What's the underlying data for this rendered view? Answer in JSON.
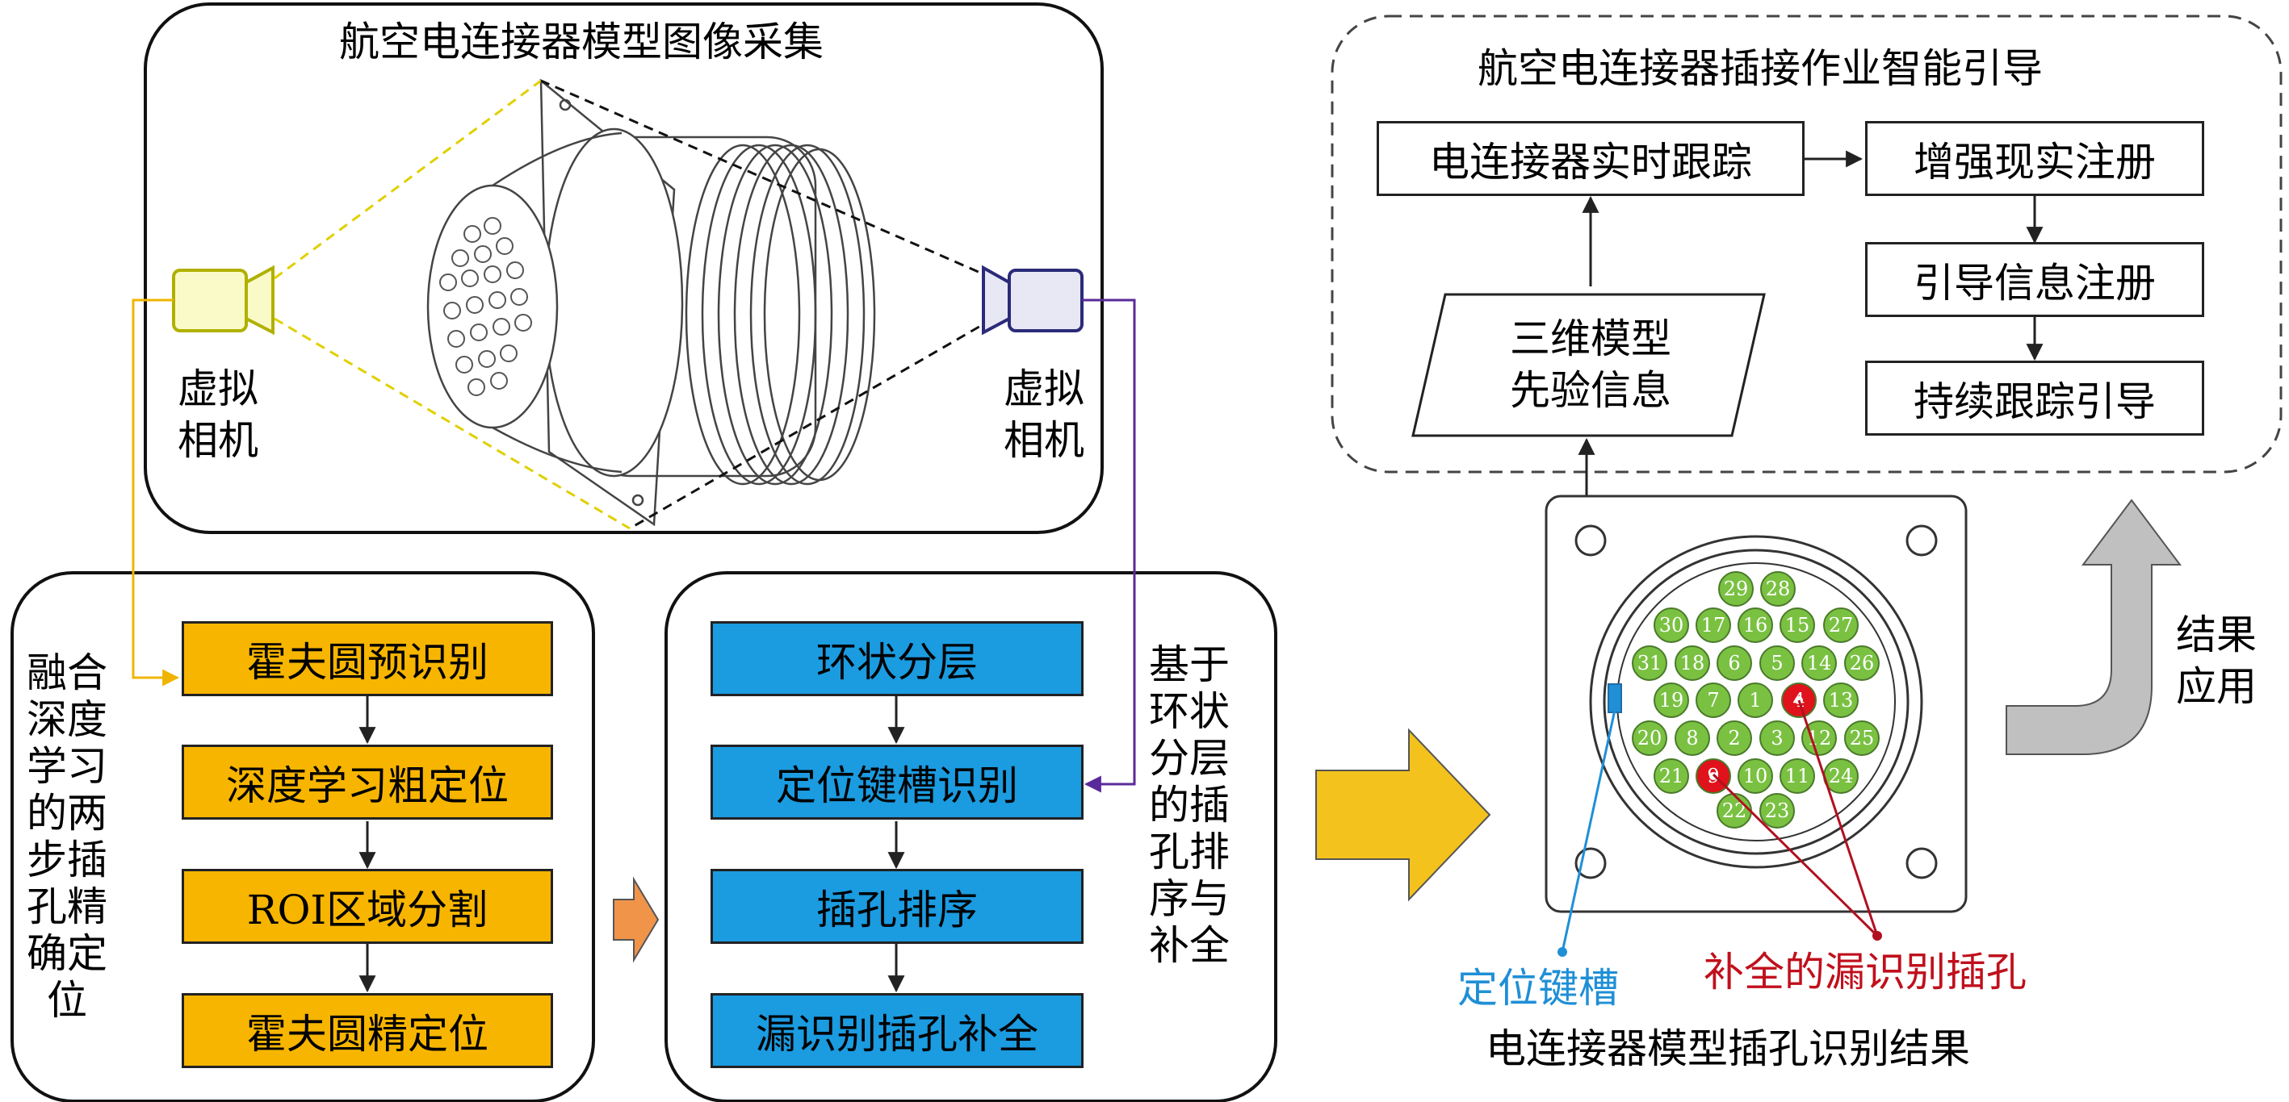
{
  "capture": {
    "title": "航空电连接器模型图像采集",
    "left_camera_label": "虚拟\n相机",
    "right_camera_label": "虚拟\n相机"
  },
  "stage1": {
    "side_label": "融合\n深度\n学习\n的两\n步插\n孔精\n确定\n位",
    "steps": [
      "霍夫圆预识别",
      "深度学习粗定位",
      "ROI区域分割",
      "霍夫圆精定位"
    ]
  },
  "stage2": {
    "steps": [
      "环状分层",
      "定位键槽识别",
      "插孔排序",
      "漏识别插孔补全"
    ],
    "side_label": "基于\n环状\n分层\n的插\n孔排\n序与\n补全"
  },
  "guidance": {
    "title": "航空电连接器插接作业智能引导",
    "tracking": "电连接器实时跟踪",
    "ar_registration": "增强现实注册",
    "guide_registration": "引导信息注册",
    "continuous": "持续跟踪引导",
    "prior": "三维模型\n先验信息"
  },
  "result": {
    "caption": "电连接器模型插孔识别结果",
    "keyway_label": "定位键槽",
    "completed_label": "补全的漏识别插孔",
    "apply_label": "结果\n应用",
    "pins": [
      {
        "n": "29",
        "c": "green"
      },
      {
        "n": "28",
        "c": "green"
      },
      {
        "n": "30",
        "c": "green"
      },
      {
        "n": "17",
        "c": "green"
      },
      {
        "n": "16",
        "c": "green"
      },
      {
        "n": "15",
        "c": "green"
      },
      {
        "n": "27",
        "c": "green"
      },
      {
        "n": "31",
        "c": "green"
      },
      {
        "n": "18",
        "c": "green"
      },
      {
        "n": "6",
        "c": "green"
      },
      {
        "n": "5",
        "c": "green"
      },
      {
        "n": "14",
        "c": "green"
      },
      {
        "n": "26",
        "c": "green"
      },
      {
        "n": "19",
        "c": "green"
      },
      {
        "n": "7",
        "c": "green"
      },
      {
        "n": "1",
        "c": "green"
      },
      {
        "n": "4",
        "c": "red"
      },
      {
        "n": "13",
        "c": "green"
      },
      {
        "n": "20",
        "c": "green"
      },
      {
        "n": "8",
        "c": "green"
      },
      {
        "n": "2",
        "c": "green"
      },
      {
        "n": "3",
        "c": "green"
      },
      {
        "n": "12",
        "c": "green"
      },
      {
        "n": "25",
        "c": "green"
      },
      {
        "n": "21",
        "c": "green"
      },
      {
        "n": "9",
        "c": "red"
      },
      {
        "n": "10",
        "c": "green"
      },
      {
        "n": "11",
        "c": "green"
      },
      {
        "n": "24",
        "c": "green"
      },
      {
        "n": "22",
        "c": "green"
      },
      {
        "n": "23",
        "c": "green"
      }
    ]
  },
  "colors": {
    "orange": "#f7b500",
    "blue": "#1b9be0",
    "pin_green": "#7ac142",
    "pin_red": "#e0121b",
    "keyway_blue": "#1f8fd6",
    "yellow_camera": "#c8c800",
    "navy_camera": "#2b2b7a",
    "purple_line": "#5a2a9a",
    "gold_line": "#f0b400",
    "big_arrow": "#f4c21c",
    "small_arrow": "#f0944a",
    "gray_arrow": "#bdbdbd"
  }
}
